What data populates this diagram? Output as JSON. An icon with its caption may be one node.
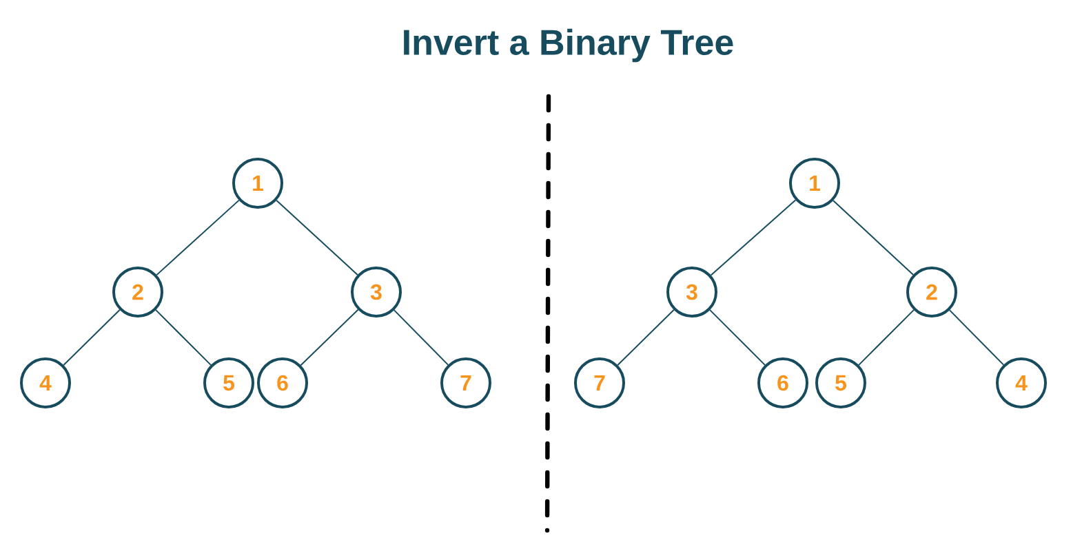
{
  "diagram": {
    "title": "Invert a Binary Tree",
    "nodes": [
      {
        "text": [
          "1"
        ]
      },
      {
        "text": [
          "2"
        ]
      },
      {
        "text": [
          "3"
        ]
      },
      {
        "text": [
          "4"
        ]
      },
      {
        "text": [
          "5"
        ]
      },
      {
        "text": [
          "6"
        ]
      },
      {
        "text": [
          "7"
        ]
      },
      {
        "text": [
          "1"
        ]
      },
      {
        "text": [
          "3"
        ]
      },
      {
        "text": [
          "2"
        ]
      },
      {
        "text": [
          "7"
        ]
      },
      {
        "text": [
          "6"
        ]
      },
      {
        "text": [
          "5"
        ]
      },
      {
        "text": [
          "4"
        ]
      }
    ],
    "edges": [
      {
        "from": 0,
        "to": 1,
        "arrow": "none"
      },
      {
        "from": 0,
        "to": 2,
        "arrow": "none"
      },
      {
        "from": 1,
        "to": 3,
        "arrow": "none"
      },
      {
        "from": 1,
        "to": 4,
        "arrow": "none"
      },
      {
        "from": 2,
        "to": 5,
        "arrow": "none"
      },
      {
        "from": 2,
        "to": 6,
        "arrow": "none"
      },
      {
        "from": 7,
        "to": 8,
        "arrow": "none"
      },
      {
        "from": 7,
        "to": 9,
        "arrow": "none"
      },
      {
        "from": 8,
        "to": 10,
        "arrow": "none"
      },
      {
        "from": 8,
        "to": 11,
        "arrow": "none"
      },
      {
        "from": 9,
        "to": 12,
        "arrow": "none"
      },
      {
        "from": 9,
        "to": 13,
        "arrow": "none"
      }
    ]
  }
}
